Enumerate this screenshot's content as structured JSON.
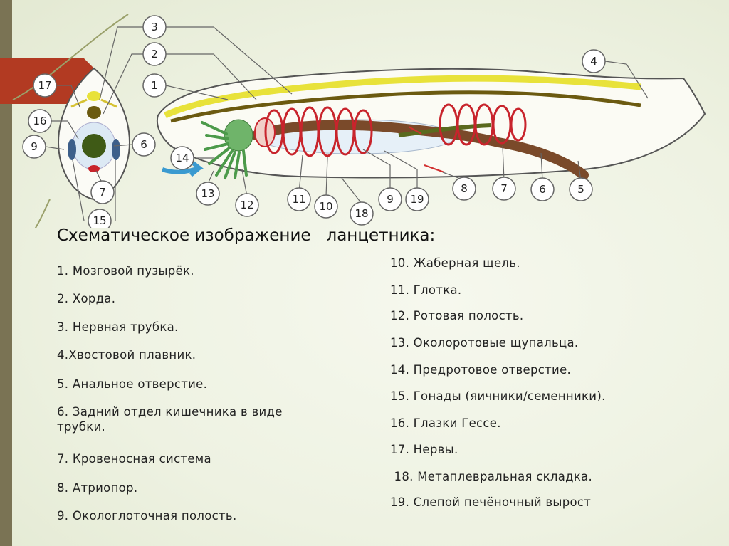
{
  "title": "Схематическое изображение   ланцетника:",
  "legend_left": [
    "1. Мозговой пузырёк.",
    "2. Хорда.",
    "3. Нервная трубка.",
    "4.Хвостовой плавник.",
    "5. Анальное отверстие.",
    "6. Задний отдел кишечника в виде трубки.",
    "7. Кровеносная система",
    "8.  Атриопор.",
    "9. Окологлоточная полость."
  ],
  "legend_right": [
    "10. Жаберная щель.",
    "11. Глотка.",
    "12. Ротовая полость.",
    "13. Околоротовые щупальца.",
    "14. Предротовое отверстие.",
    "15. Гонады (яичники/семенники).",
    "16. Глазки Гессе.",
    "17. Нервы.",
    " 18. Метаплевральная складка.",
    "19. Слепой печёночный вырост"
  ],
  "diagram_labels": [
    "1",
    "2",
    "3",
    "4",
    "5",
    "6",
    "7",
    "8",
    "9",
    "10",
    "11",
    "12",
    "13",
    "14",
    "15",
    "16",
    "17",
    "18",
    "19"
  ],
  "colors": {
    "nerve_tube": "#e8e23a",
    "chord": "#6b5a10",
    "blood_system": "#c8242c",
    "intestine": "#7a4a2a",
    "oral_tentacles": "#4c9a4a",
    "water_arrow": "#3a9ad0",
    "accent_bar": "#b23a22"
  }
}
